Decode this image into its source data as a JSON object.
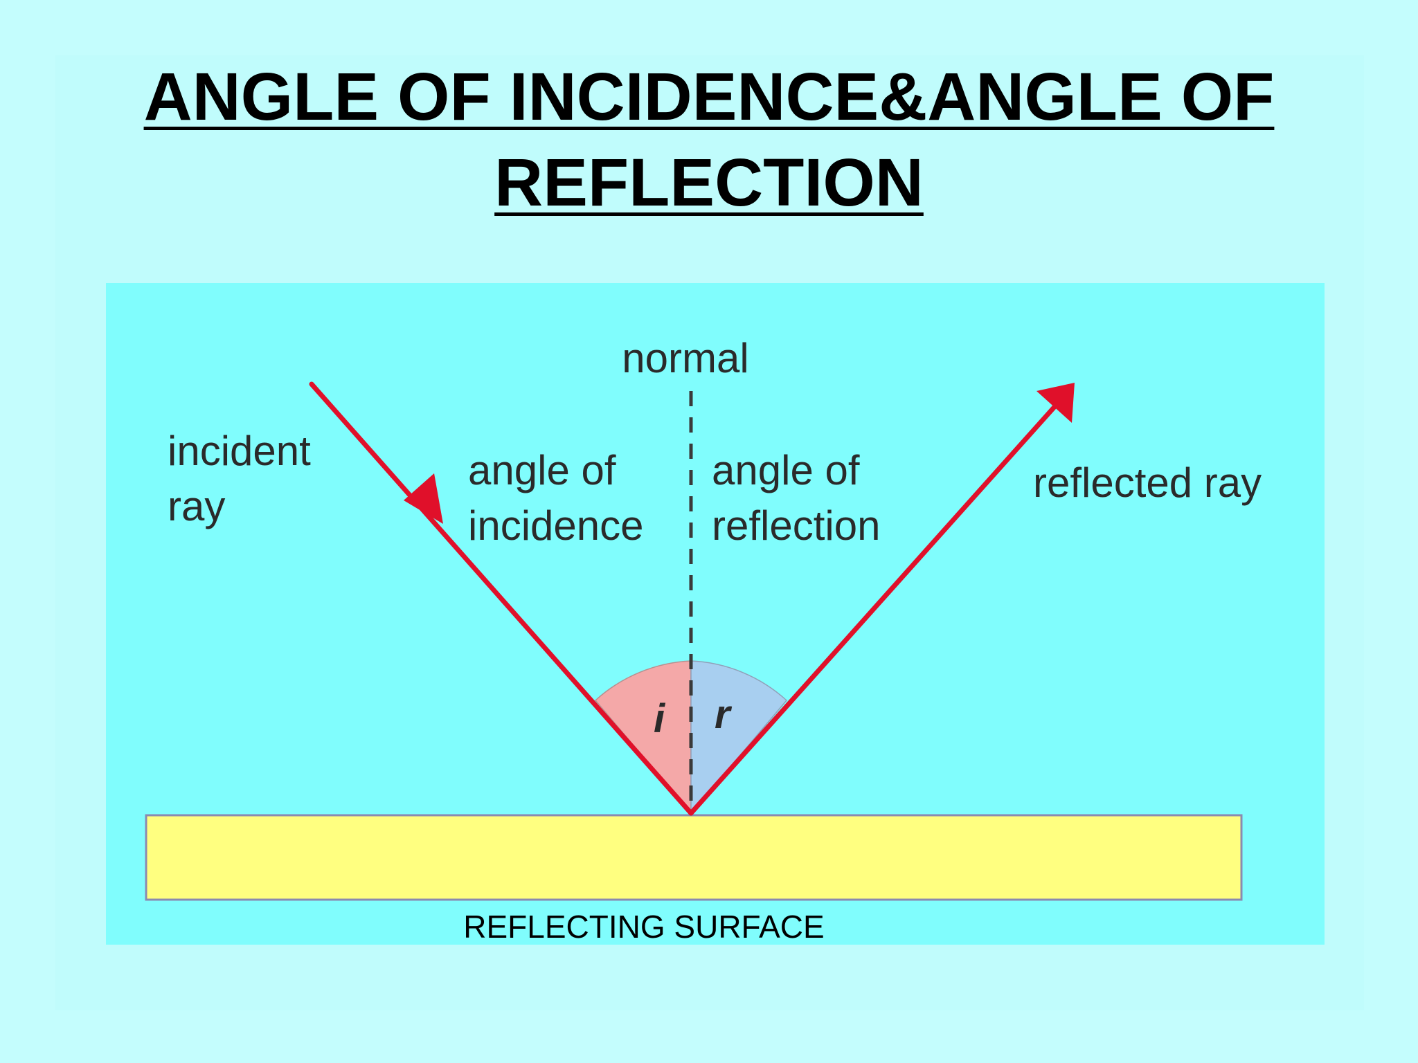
{
  "title": {
    "line1": "ANGLE OF INCIDENCE&ANGLE OF",
    "line2": "REFLECTION"
  },
  "diagram": {
    "normal_label": "normal",
    "incident_label_line1": "incident",
    "incident_label_line2": "ray",
    "angle_incidence_line1": "angle of",
    "angle_incidence_line2": "incidence",
    "angle_reflection_line1": "angle of",
    "angle_reflection_line2": "reflection",
    "reflected_label": "reflected ray",
    "angle_i_symbol": "i",
    "angle_r_symbol": "r",
    "surface_caption": "REFLECTING SURFACE"
  },
  "colors": {
    "slide_background": "#c4fdfd",
    "panel_background": "#80fdfd",
    "ray": "#e0102a",
    "surface_fill": "#ffff80",
    "surface_border": "#8a8ab0",
    "incidence_wedge": "#f4a8a8",
    "reflection_wedge": "#a8cff0",
    "normal_line": "#3a3a3a"
  }
}
